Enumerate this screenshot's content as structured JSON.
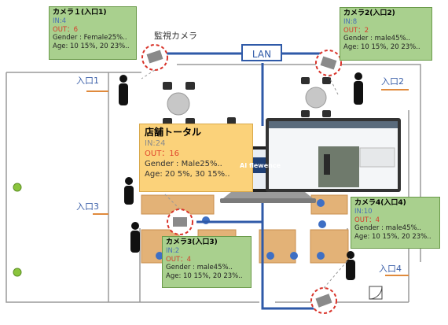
{
  "diagram": {
    "camera_label": "監視カメラ",
    "network_label": "LAN",
    "entrances": [
      "入口1",
      "入口2",
      "入口3",
      "入口4"
    ],
    "store_total": {
      "title": "店舗トータル",
      "in": "IN:24",
      "out": "OUT：16",
      "gender": "Gender : Male25%..",
      "age": "Age: 20 5%, 30 15%.."
    },
    "cameras": [
      {
        "title": "カメラ１(入口1)",
        "in": "IN:4",
        "out": "OUT：6",
        "gender": "Gender : Female25%..",
        "age": "Age: 10 15%, 20 23%.."
      },
      {
        "title": "カメラ2(入口2)",
        "in": "IN:8",
        "out": "OUT：2",
        "gender": "Gender : male45%..",
        "age": "Age: 10 15%, 20 23%.."
      },
      {
        "title": "カメラ3(入口3)",
        "in": "IN:2",
        "out": "OUT：4",
        "gender": "Gender : male45%..",
        "age": "Age: 10 15%, 20 23%.."
      },
      {
        "title": "カメラ4(入口4)",
        "in": "IN:10",
        "out": "OUT：4",
        "gender": "Gender : male45%..",
        "age": "Age: 10 15%, 20 23%.."
      }
    ],
    "laptop_brand": "AI flewence",
    "colors": {
      "camera_box": "#a9d08e",
      "store_box": "#fbd27a",
      "network": "#2f5aa8",
      "in_text": "#4a6fb5",
      "out_text": "#d83a2a",
      "camera_ring": "#d9342b"
    }
  }
}
